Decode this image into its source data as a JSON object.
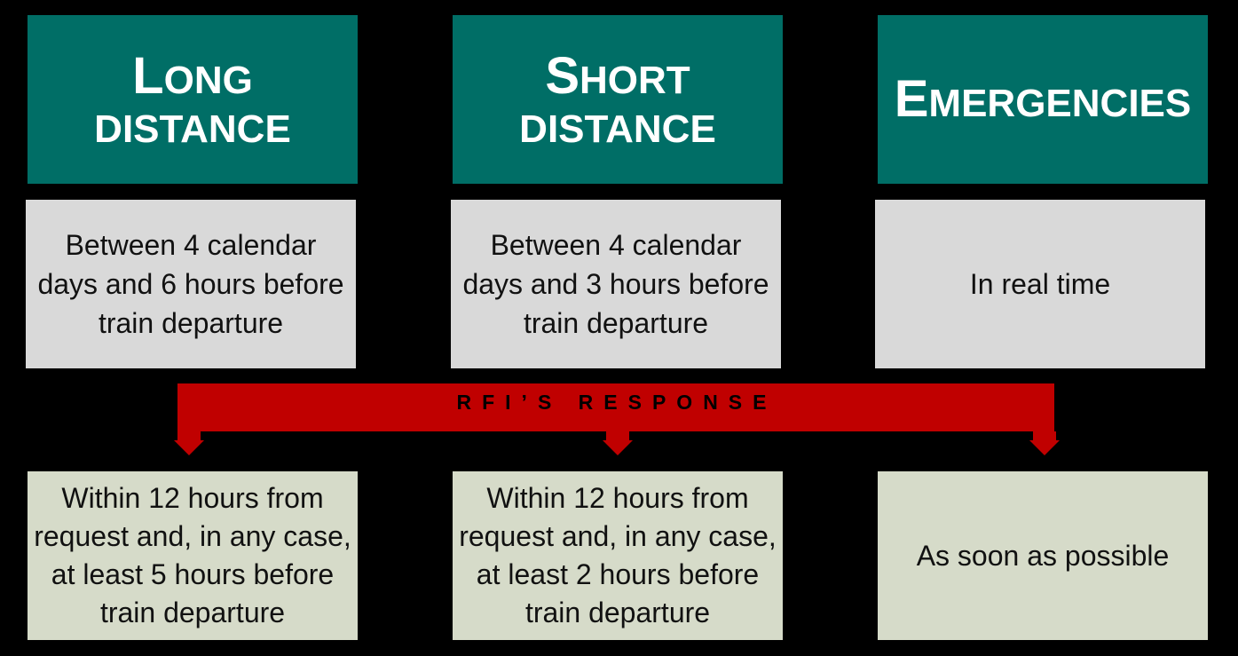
{
  "columns": [
    {
      "header_first": "L",
      "header_rest": "ONG",
      "header_line2": "DISTANCE",
      "timing": "Between 4 calendar days and 6 hours before train departure",
      "response": "Within 12 hours from request and, in any case, at least 5 hours before train departure"
    },
    {
      "header_first": "S",
      "header_rest": "HORT",
      "header_line2": "DISTANCE",
      "timing": "Between 4 calendar days and 3 hours before train departure",
      "response": "Within 12 hours from request and, in any case, at least 2 hours before train departure"
    },
    {
      "header_first": "E",
      "header_rest": "MERGENCIES",
      "header_line2": "",
      "timing": "In real time",
      "response": "As soon as possible"
    }
  ],
  "connector_label": "RFI’S RESPONSE",
  "colors": {
    "background": "#000000",
    "header": "#006e66",
    "timing_box": "#d9d9d9",
    "response_box": "#d6dbc9",
    "connector": "#c00000"
  }
}
